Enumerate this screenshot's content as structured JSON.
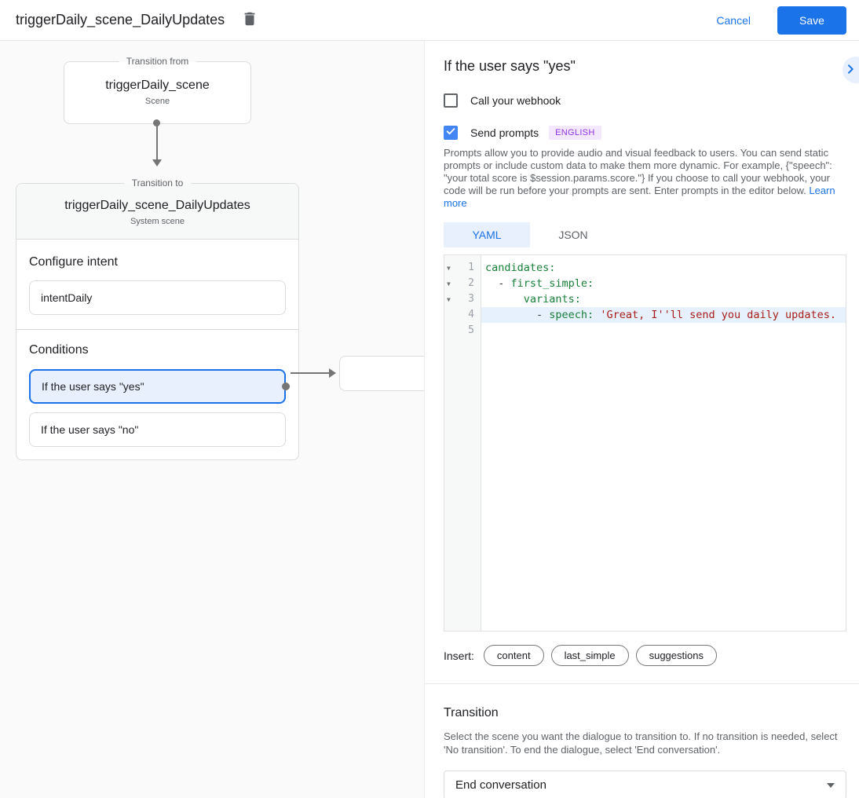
{
  "colors": {
    "accent_blue": "#1a73e8",
    "checkbox_blue": "#4285f4",
    "selected_condition_bg": "#e8f0fe",
    "badge_purple": "#9334e6",
    "badge_bg": "#f3e8fd",
    "code_key_green": "#188038",
    "code_string_red": "#a8201a"
  },
  "topbar": {
    "title": "triggerDaily_scene_DailyUpdates",
    "delete_icon": "trash-icon",
    "cancel_label": "Cancel",
    "save_label": "Save"
  },
  "canvas": {
    "transition_from": {
      "legend": "Transition from",
      "title": "triggerDaily_scene",
      "subtitle": "Scene"
    },
    "transition_to": {
      "legend": "Transition to",
      "title": "triggerDaily_scene_DailyUpdates",
      "subtitle": "System scene"
    },
    "configure_intent": {
      "heading": "Configure intent",
      "intent_name": "intentDaily"
    },
    "conditions": {
      "heading": "Conditions",
      "items": [
        {
          "label": "If the user says \"yes\"",
          "selected": true
        },
        {
          "label": "If the user says \"no\"",
          "selected": false
        }
      ]
    }
  },
  "panel": {
    "heading": "If the user says \"yes\"",
    "webhook_checkbox": {
      "label": "Call your webhook",
      "checked": false
    },
    "prompts_checkbox": {
      "label": "Send prompts",
      "checked": true,
      "badge": "ENGLISH"
    },
    "description": "Prompts allow you to provide audio and visual feedback to users. You can send static prompts or include custom data to make them more dynamic. For example, {\"speech\": \"your total score is $session.params.score.\"} If you choose to call your webhook, your code will be run before your prompts are sent. Enter prompts in the editor below. ",
    "learn_more": "Learn more",
    "tabs": [
      {
        "label": "YAML",
        "active": true
      },
      {
        "label": "JSON",
        "active": false
      }
    ],
    "editor": {
      "lines": [
        {
          "num": 1,
          "fold": true,
          "highlight": false,
          "tokens": [
            {
              "type": "key",
              "text": "candidates:"
            }
          ]
        },
        {
          "num": 2,
          "fold": true,
          "highlight": false,
          "tokens": [
            {
              "type": "plain",
              "text": "  - "
            },
            {
              "type": "key",
              "text": "first_simple:"
            }
          ]
        },
        {
          "num": 3,
          "fold": true,
          "highlight": false,
          "tokens": [
            {
              "type": "plain",
              "text": "      "
            },
            {
              "type": "key",
              "text": "variants:"
            }
          ]
        },
        {
          "num": 4,
          "fold": false,
          "highlight": true,
          "tokens": [
            {
              "type": "plain",
              "text": "        - "
            },
            {
              "type": "key",
              "text": "speech:"
            },
            {
              "type": "plain",
              "text": " "
            },
            {
              "type": "string",
              "text": "'Great, I''ll send you daily updates."
            }
          ]
        },
        {
          "num": 5,
          "fold": false,
          "highlight": false,
          "tokens": []
        }
      ]
    },
    "insert": {
      "label": "Insert:",
      "pills": [
        "content",
        "last_simple",
        "suggestions"
      ]
    },
    "transition": {
      "heading": "Transition",
      "description": "Select the scene you want the dialogue to transition to. If no transition is needed, select 'No transition'. To end the dialogue, select 'End conversation'.",
      "selected_value": "End conversation"
    }
  }
}
